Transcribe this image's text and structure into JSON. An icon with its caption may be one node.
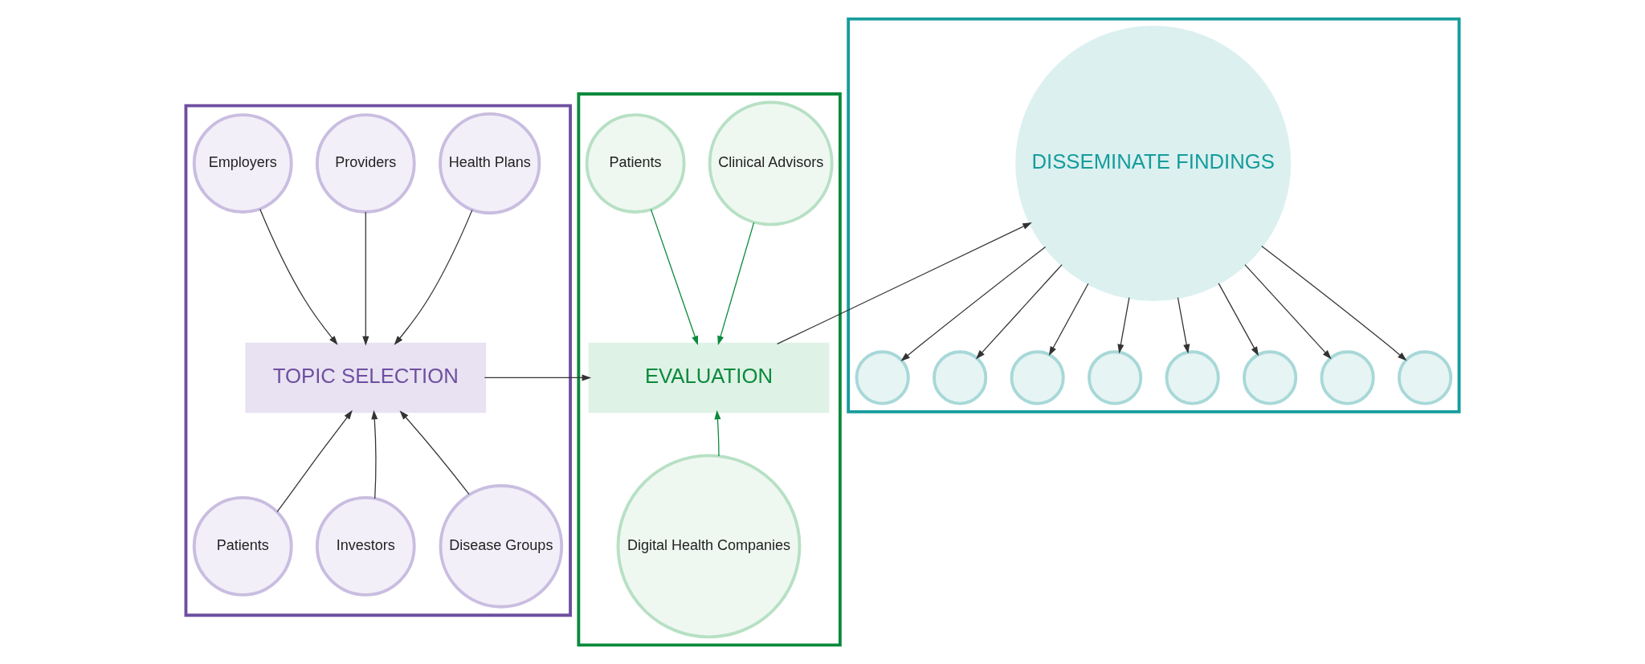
{
  "diagram": {
    "nodes": [
      {
        "text": [],
        "shape": "box"
      },
      {
        "text": [
          "Health Plans"
        ],
        "in": 0
      },
      {
        "text": [
          "Providers"
        ],
        "in": 0
      },
      {
        "text": [
          "Employers"
        ],
        "in": 0
      },
      {
        "text": [
          "TOPIC SELECTION"
        ],
        "in": 0
      },
      {
        "text": [
          "Patients"
        ],
        "in": 0
      },
      {
        "text": [
          "Investors"
        ],
        "in": 0
      },
      {
        "text": [
          "Disease Groups"
        ],
        "in": 0
      },
      {
        "text": [],
        "shape": "box"
      },
      {
        "text": [
          "Clinical Advisors"
        ],
        "in": 8
      },
      {
        "text": [
          "Patients"
        ],
        "in": 8
      },
      {
        "text": [
          "EVALUATION"
        ],
        "in": 8
      },
      {
        "text": [
          "Digital Health Companies"
        ],
        "in": 8
      },
      {
        "text": [],
        "shape": "box"
      },
      {
        "text": [
          "DISSEMINATE FINDINGS"
        ],
        "in": 13
      },
      {
        "text": [],
        "shape": "circle",
        "in": 13
      },
      {
        "text": [],
        "shape": "circle",
        "in": 13
      },
      {
        "text": [],
        "shape": "circle",
        "in": 13
      },
      {
        "text": [],
        "shape": "circle",
        "in": 13
      },
      {
        "text": [],
        "shape": "circle",
        "in": 13
      },
      {
        "text": [],
        "shape": "circle",
        "in": 13
      },
      {
        "text": [],
        "shape": "circle",
        "in": 13
      },
      {
        "text": [],
        "shape": "circle",
        "in": 13
      }
    ],
    "edges": [
      {
        "from": 1,
        "to": 4,
        "arrow": "to"
      },
      {
        "from": 2,
        "to": 4,
        "arrow": "to"
      },
      {
        "from": 3,
        "to": 4,
        "arrow": "to"
      },
      {
        "from": 5,
        "to": 4,
        "arrow": "to"
      },
      {
        "from": 6,
        "to": 4,
        "arrow": "to"
      },
      {
        "from": 7,
        "to": 4,
        "arrow": "to"
      },
      {
        "from": 4,
        "to": 11,
        "arrow": "to"
      },
      {
        "from": 9,
        "to": 11,
        "arrow": "to",
        "color": "#0a8a3c"
      },
      {
        "from": 10,
        "to": 11,
        "arrow": "to",
        "color": "#0a8a3c"
      },
      {
        "from": 12,
        "to": 11,
        "arrow": "to",
        "color": "#0a8a3c"
      },
      {
        "from": 11,
        "to": 14,
        "arrow": "to"
      },
      {
        "from": 14,
        "to": 15,
        "arrow": "to"
      },
      {
        "from": 14,
        "to": 16,
        "arrow": "to"
      },
      {
        "from": 14,
        "to": 17,
        "arrow": "to"
      },
      {
        "from": 14,
        "to": 18,
        "arrow": "to"
      },
      {
        "from": 14,
        "to": 19,
        "arrow": "to"
      },
      {
        "from": 14,
        "to": 20,
        "arrow": "to"
      },
      {
        "from": 14,
        "to": 21,
        "arrow": "to"
      },
      {
        "from": 14,
        "to": 22,
        "arrow": "to"
      }
    ]
  }
}
